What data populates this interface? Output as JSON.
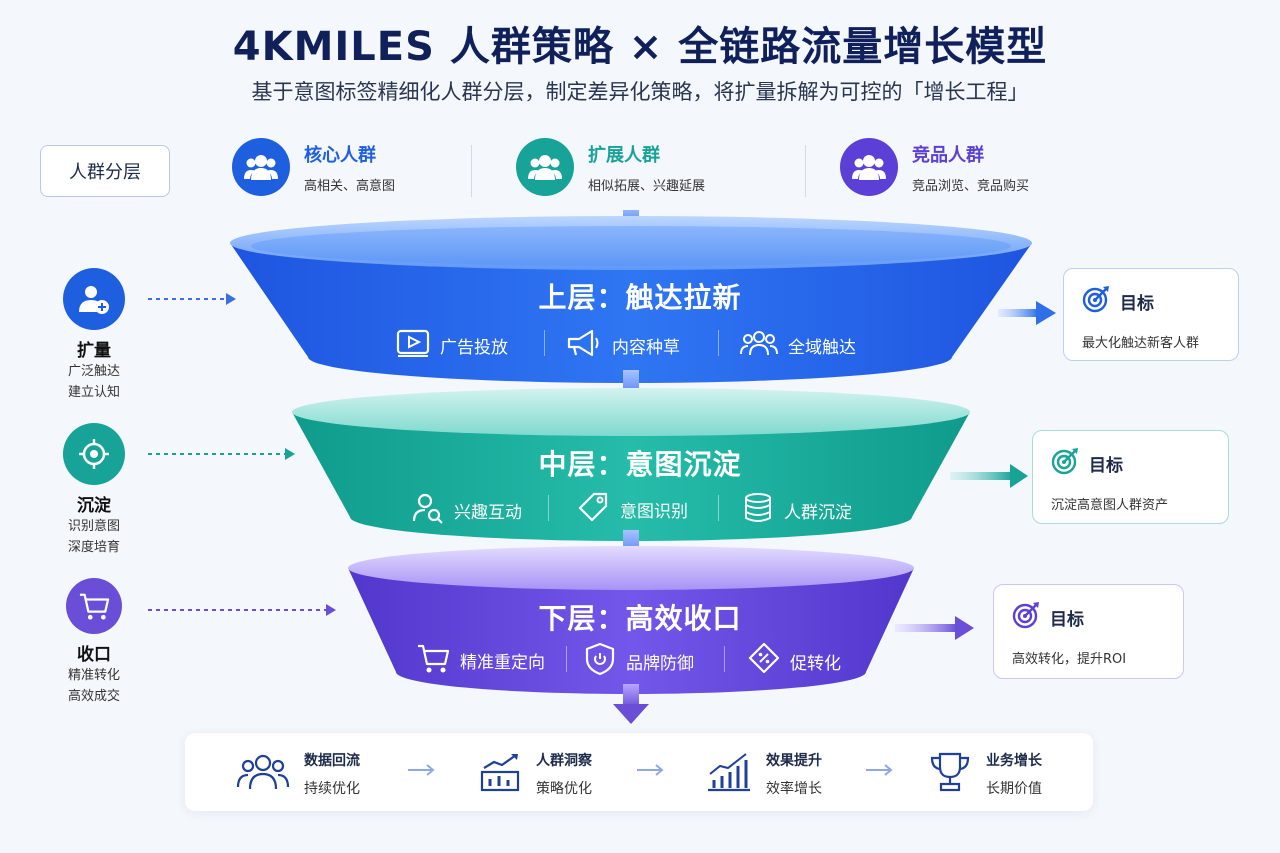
{
  "title": "4KMILES 人群策略 × 全链路流量增长模型",
  "subtitle": "基于意图标签精细化人群分层，制定差异化策略，将扩量拆解为可控的「增长工程」",
  "layer_label": "人群分层",
  "audiences": [
    {
      "name": "核心人群",
      "desc": "高相关、高意图",
      "icon": "users-icon",
      "color": "#1e5fe0"
    },
    {
      "name": "扩展人群",
      "desc": "相似拓展、兴趣延展",
      "icon": "users-icon",
      "color": "#17a398"
    },
    {
      "name": "竞品人群",
      "desc": "竞品浏览、竞品购买",
      "icon": "users-icon",
      "color": "#5b3fd6"
    }
  ],
  "stages": [
    {
      "name": "扩量",
      "lines": [
        "广泛触达",
        "建立认知"
      ],
      "icon": "user-plus-icon",
      "color": "#1e5fe0"
    },
    {
      "name": "沉淀",
      "lines": [
        "识别意图",
        "深度培育"
      ],
      "icon": "target-icon",
      "color": "#17a398"
    },
    {
      "name": "收口",
      "lines": [
        "精准转化",
        "高效成交"
      ],
      "icon": "cart-icon",
      "color": "#6a4ed8"
    }
  ],
  "layers": [
    {
      "title": "上层：触达拉新",
      "features": [
        {
          "label": "广告投放",
          "icon": "ad-play-icon"
        },
        {
          "label": "内容种草",
          "icon": "megaphone-icon"
        },
        {
          "label": "全域触达",
          "icon": "users-icon"
        }
      ]
    },
    {
      "title": "中层：意图沉淀",
      "features": [
        {
          "label": "兴趣互动",
          "icon": "user-search-icon"
        },
        {
          "label": "意图识别",
          "icon": "tag-icon"
        },
        {
          "label": "人群沉淀",
          "icon": "database-icon"
        }
      ]
    },
    {
      "title": "下层：高效收口",
      "features": [
        {
          "label": "精准重定向",
          "icon": "cart-icon"
        },
        {
          "label": "品牌防御",
          "icon": "shield-icon"
        },
        {
          "label": "促转化",
          "icon": "discount-tag-icon"
        }
      ]
    }
  ],
  "goals": [
    {
      "title": "目标",
      "desc": "最大化触达新客人群",
      "color": "#1e5fe0"
    },
    {
      "title": "目标",
      "desc": "沉淀高意图人群资产",
      "color": "#17a398"
    },
    {
      "title": "目标",
      "desc": "高效转化，提升ROI",
      "color": "#5b3fd6"
    }
  ],
  "loop": [
    {
      "title": "数据回流",
      "desc": "持续优化",
      "icon": "users-icon"
    },
    {
      "title": "人群洞察",
      "desc": "策略优化",
      "icon": "bar-chart-icon"
    },
    {
      "title": "效果提升",
      "desc": "效率增长",
      "icon": "growth-chart-icon"
    },
    {
      "title": "业务增长",
      "desc": "长期价值",
      "icon": "trophy-icon"
    }
  ]
}
